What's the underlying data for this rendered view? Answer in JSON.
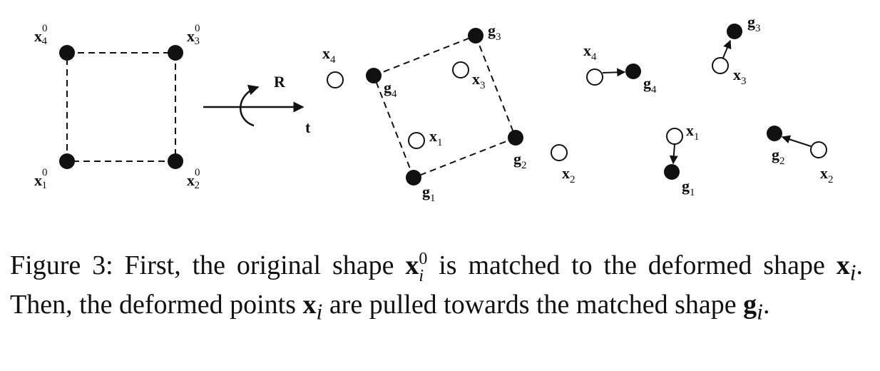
{
  "figure": {
    "panel1": {
      "labels": [
        {
          "base": "x",
          "sub": "1",
          "sup": "0"
        },
        {
          "base": "x",
          "sub": "2",
          "sup": "0"
        },
        {
          "base": "x",
          "sub": "3",
          "sup": "0"
        },
        {
          "base": "x",
          "sub": "4",
          "sup": "0"
        }
      ]
    },
    "transform": {
      "rotation_label": "R",
      "translation_label": "t"
    },
    "panel2": {
      "x_labels": [
        {
          "base": "x",
          "sub": "1"
        },
        {
          "base": "x",
          "sub": "2"
        },
        {
          "base": "x",
          "sub": "3"
        },
        {
          "base": "x",
          "sub": "4"
        }
      ],
      "g_labels": [
        {
          "base": "g",
          "sub": "1"
        },
        {
          "base": "g",
          "sub": "2"
        },
        {
          "base": "g",
          "sub": "3"
        },
        {
          "base": "g",
          "sub": "4"
        }
      ]
    },
    "panel3": {
      "x_labels": [
        {
          "base": "x",
          "sub": "1"
        },
        {
          "base": "x",
          "sub": "2"
        },
        {
          "base": "x",
          "sub": "3"
        },
        {
          "base": "x",
          "sub": "4"
        }
      ],
      "g_labels": [
        {
          "base": "g",
          "sub": "1"
        },
        {
          "base": "g",
          "sub": "2"
        },
        {
          "base": "g",
          "sub": "3"
        },
        {
          "base": "g",
          "sub": "4"
        }
      ]
    }
  },
  "caption": {
    "part1": "Figure 3: First, the original shape ",
    "sym1": {
      "base": "x",
      "sub": "i",
      "sup": "0"
    },
    "part2": " is matched to the deformed shape ",
    "sym2": {
      "base": "x",
      "sub": "i"
    },
    "part3": ".  Then, the deformed points ",
    "sym3": {
      "base": "x",
      "sub": "i"
    },
    "part4": " are pulled towards the matched shape ",
    "sym4": {
      "base": "g",
      "sub": "i"
    },
    "part5": "."
  },
  "colors": {
    "ink": "#111111",
    "background": "#ffffff"
  }
}
